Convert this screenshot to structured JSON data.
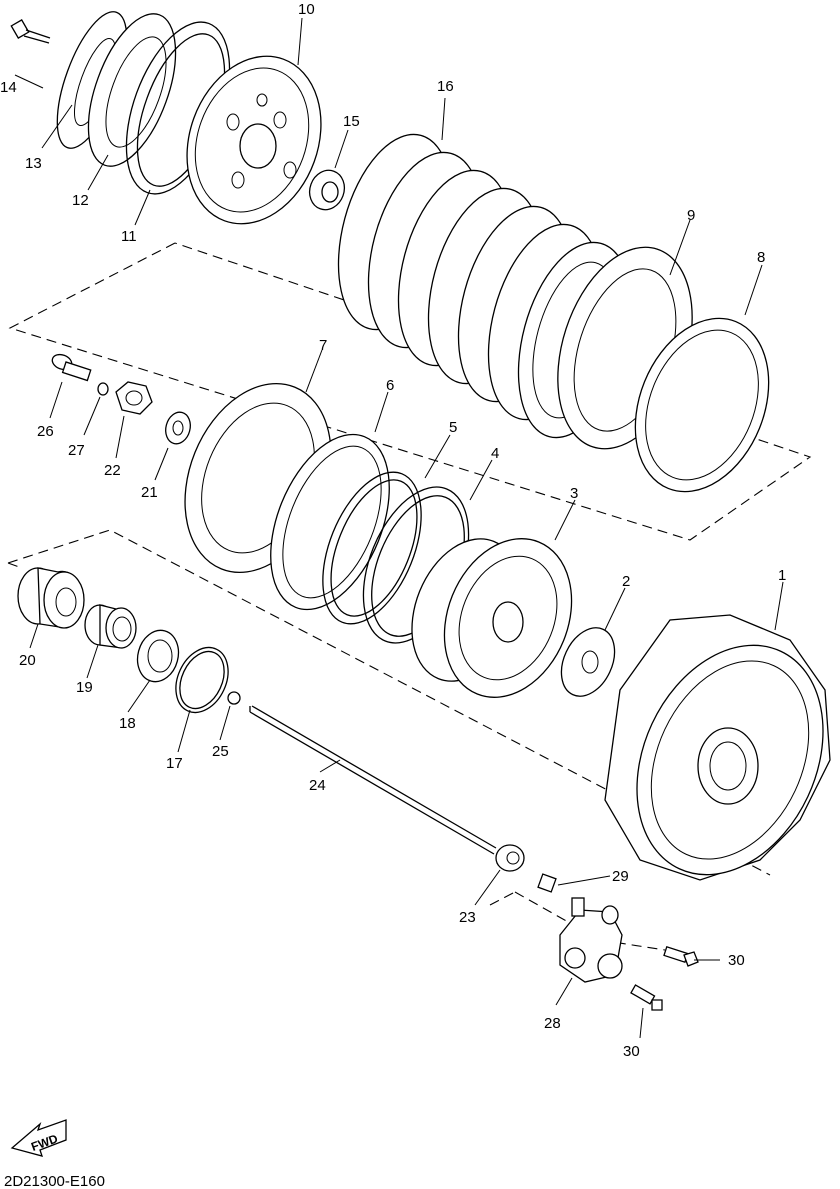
{
  "diagram": {
    "code": "2D21300-E160",
    "fwd": "FWD",
    "callouts": [
      "1",
      "2",
      "3",
      "4",
      "5",
      "6",
      "7",
      "8",
      "9",
      "10",
      "11",
      "12",
      "13",
      "14",
      "15",
      "16",
      "17",
      "18",
      "19",
      "20",
      "21",
      "22",
      "23",
      "24",
      "25",
      "26",
      "27",
      "28",
      "29",
      "30",
      "30"
    ]
  }
}
